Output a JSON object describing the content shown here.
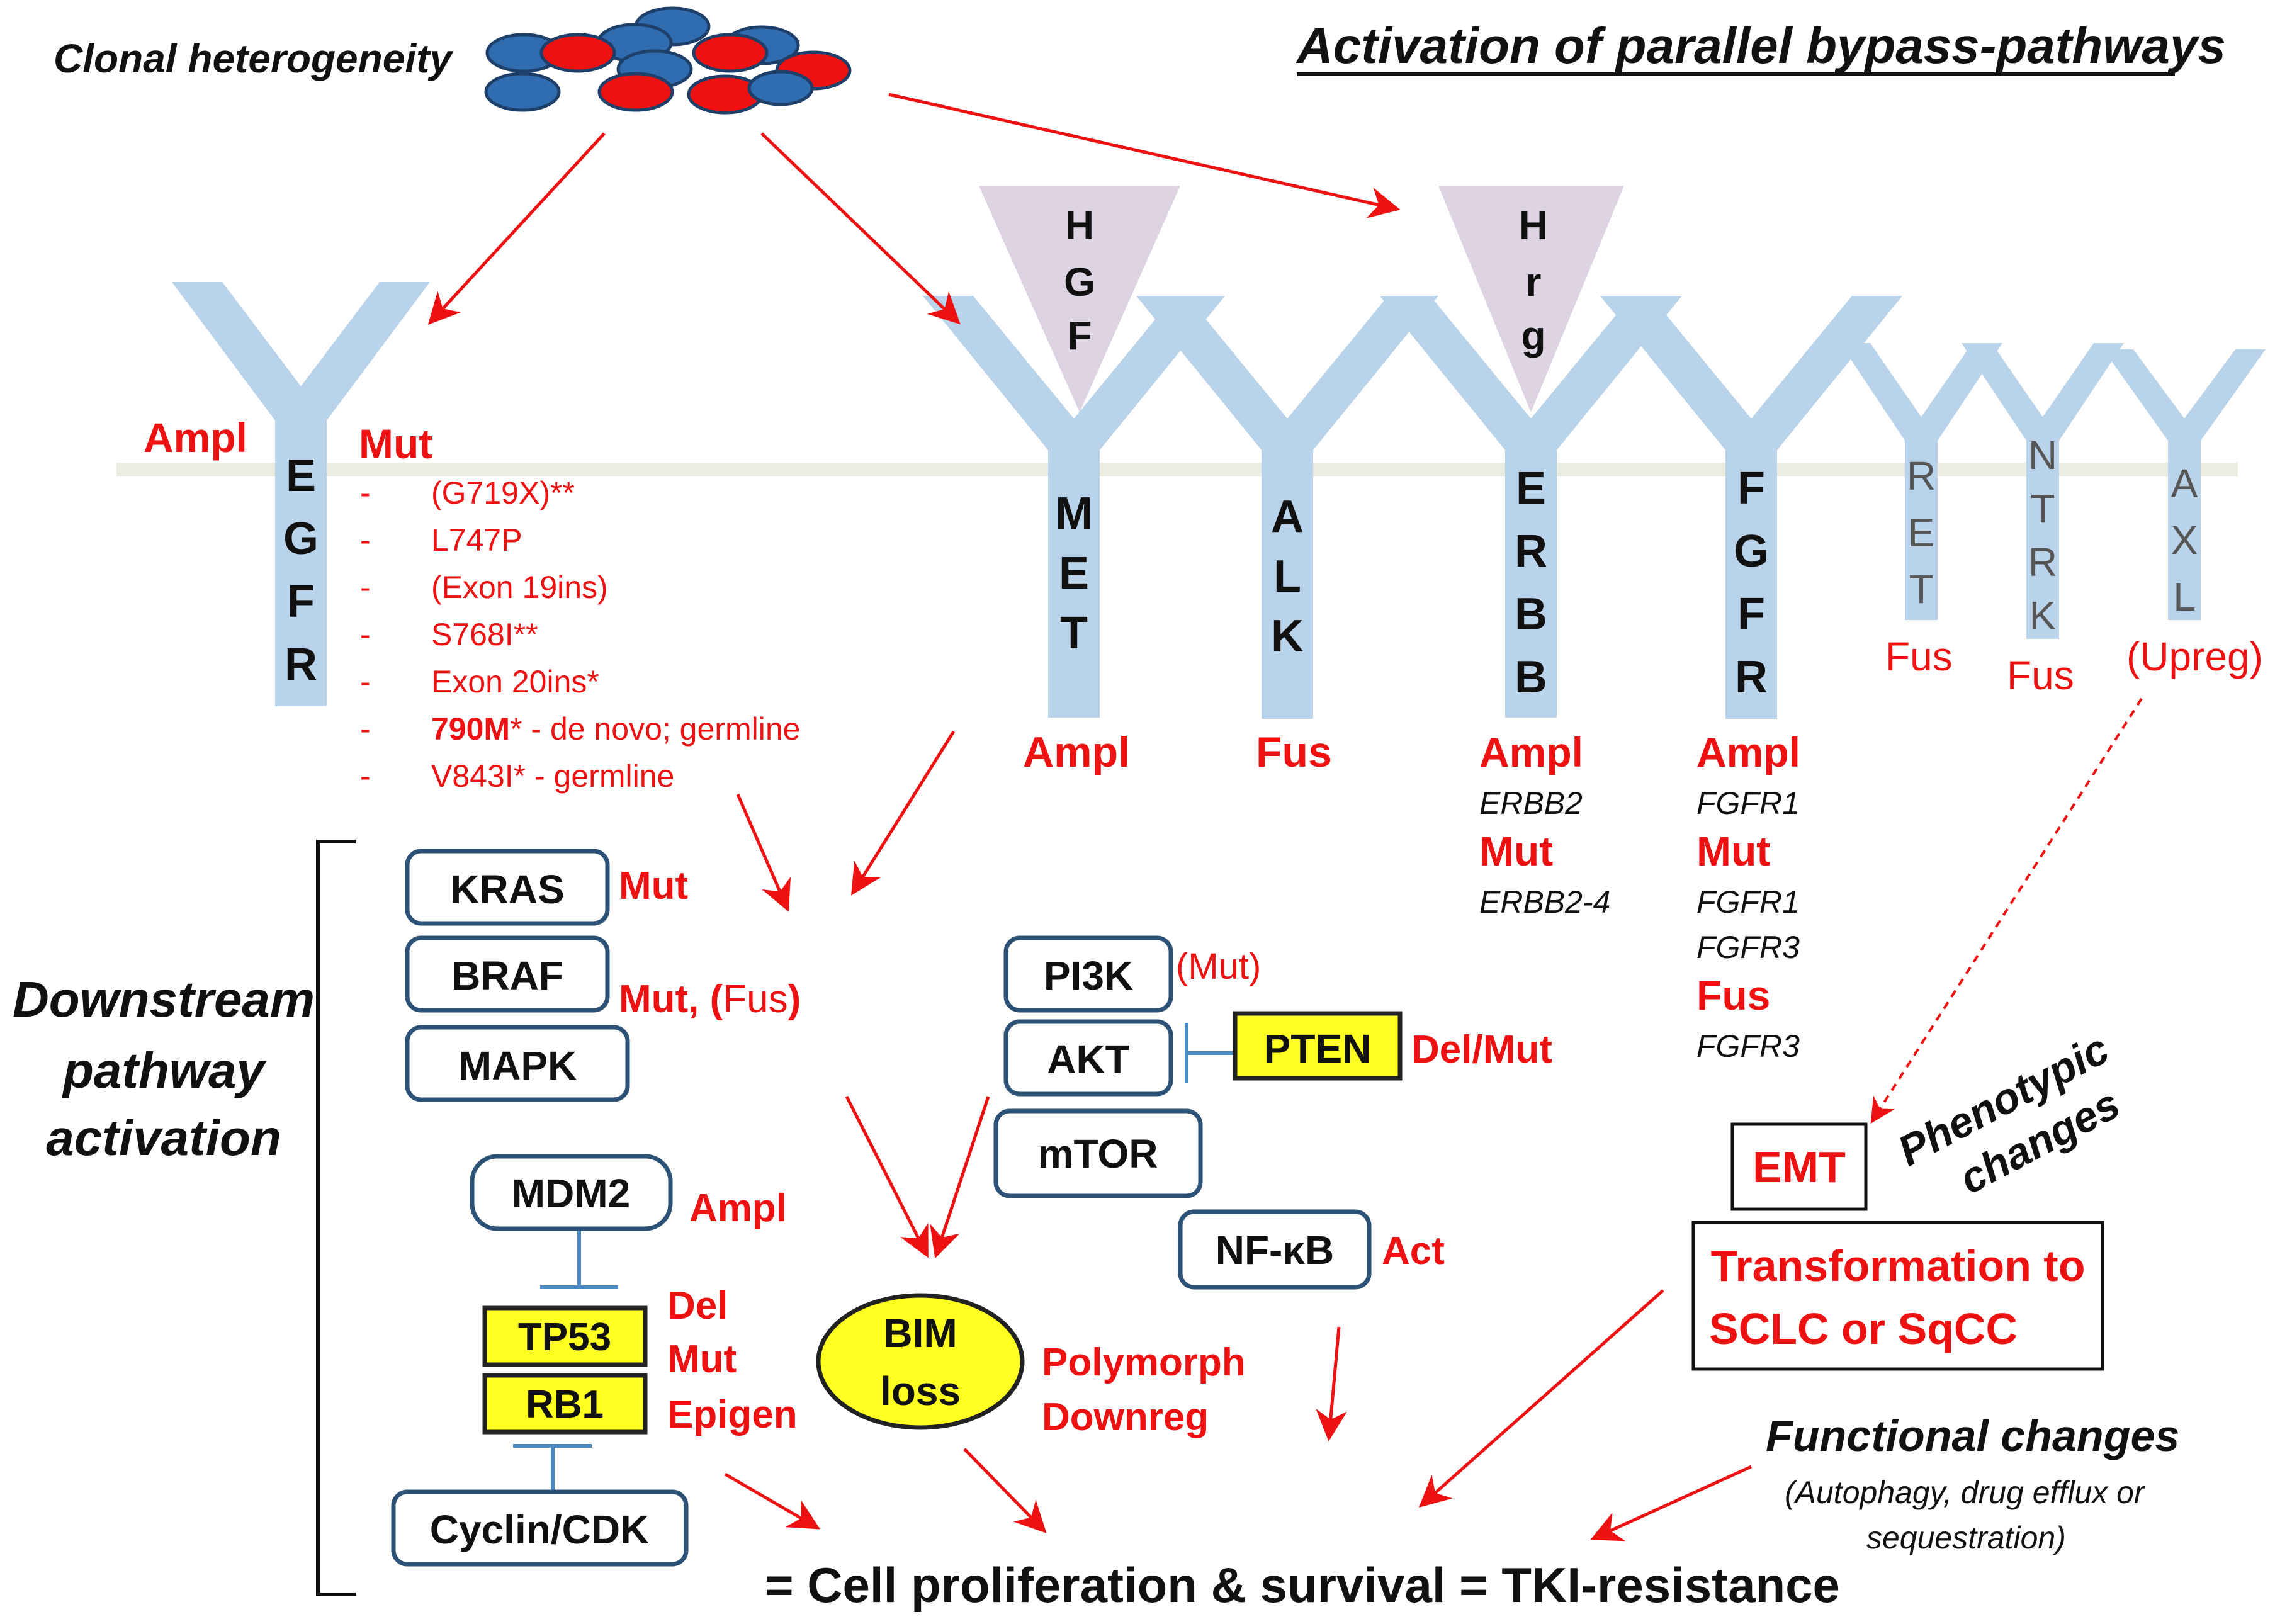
{
  "header": {
    "clonal_label": "Clonal heterogeneity",
    "bypass_title": "Activation of parallel bypass-pathways"
  },
  "ligands": {
    "hgf": [
      "H",
      "G",
      "F"
    ],
    "hrg": [
      "H",
      "r",
      "g"
    ]
  },
  "receptors": {
    "egfr": {
      "letters": [
        "E",
        "G",
        "F",
        "R"
      ],
      "left_label": "Ampl",
      "right_label": "Mut",
      "mutations": [
        {
          "dash": "-",
          "text": "(G719X)**",
          "bold_prefix": ""
        },
        {
          "dash": "-",
          "text": "L747P",
          "bold_prefix": ""
        },
        {
          "dash": "-",
          "text": "(Exon 19ins)",
          "bold_prefix": ""
        },
        {
          "dash": "-",
          "text": "S768I**",
          "bold_prefix": ""
        },
        {
          "dash": "-",
          "text": "Exon 20ins*",
          "bold_prefix": ""
        },
        {
          "dash": "-",
          "text": "* - de novo; germline",
          "bold_prefix": "790M"
        },
        {
          "dash": "-",
          "text": "V843I* - germline",
          "bold_prefix": ""
        }
      ]
    },
    "met": {
      "letters": [
        "M",
        "E",
        "T"
      ],
      "label": "Ampl"
    },
    "alk": {
      "letters": [
        "A",
        "L",
        "K"
      ],
      "label": "Fus"
    },
    "erbb": {
      "letters": [
        "E",
        "R",
        "B",
        "B"
      ],
      "labels": [
        {
          "text": "Ampl",
          "style": "red-bold"
        },
        {
          "text": "ERBB2",
          "style": "gene"
        },
        {
          "text": "Mut",
          "style": "red-bold"
        },
        {
          "text": "ERBB2-4",
          "style": "gene"
        }
      ]
    },
    "fgfr": {
      "letters": [
        "F",
        "G",
        "F",
        "R"
      ],
      "labels": [
        {
          "text": "Ampl",
          "style": "red-bold"
        },
        {
          "text": "FGFR1",
          "style": "gene"
        },
        {
          "text": "Mut",
          "style": "red-bold"
        },
        {
          "text": "FGFR1",
          "style": "gene"
        },
        {
          "text": "FGFR3",
          "style": "gene"
        },
        {
          "text": "Fus",
          "style": "red-bold"
        },
        {
          "text": "FGFR3",
          "style": "gene"
        }
      ]
    },
    "ret": {
      "letters": [
        "R",
        "E",
        "T"
      ],
      "label": "Fus"
    },
    "ntrk": {
      "letters": [
        "N",
        "T",
        "R",
        "K"
      ],
      "label": "Fus"
    },
    "axl": {
      "letters": [
        "A",
        "X",
        "L"
      ],
      "label": "(Upreg)"
    }
  },
  "downstream": {
    "section_label": [
      "Downstream",
      "pathway",
      "activation"
    ],
    "kras": {
      "name": "KRAS",
      "label": "Mut"
    },
    "braf": {
      "name": "BRAF",
      "label_bold": "Mut, (",
      "label_normal": "Fus",
      "label_close": ")"
    },
    "mapk": {
      "name": "MAPK"
    },
    "pi3k": {
      "name": "PI3K",
      "label": "(Mut)"
    },
    "akt": {
      "name": "AKT"
    },
    "pten": {
      "name": "PTEN",
      "label": "Del/Mut"
    },
    "mtor": {
      "name": "mTOR"
    },
    "nfkb": {
      "name": "NF-κB",
      "label": "Act"
    },
    "mdm2": {
      "name": "MDM2",
      "label": "Ampl"
    },
    "tp53": {
      "name": "TP53"
    },
    "rb1": {
      "name": "RB1"
    },
    "tp53_rb1_labels": [
      "Del",
      "Mut",
      "Epigen"
    ],
    "cyclin": {
      "name": "Cyclin/CDK"
    },
    "bim": {
      "lines": [
        "BIM",
        "loss"
      ],
      "labels": [
        "Polymorph",
        "Downreg"
      ]
    }
  },
  "phenotypic": {
    "title_lines": [
      "Phenotypic",
      "changes"
    ],
    "emt": "EMT",
    "transformation": [
      "Transformation to",
      "SCLC or SqCC"
    ]
  },
  "functional": {
    "title": "Functional changes",
    "subtitle_lines": [
      "(Autophagy, drug efflux or",
      "sequestration)"
    ]
  },
  "result": "= Cell proliferation & survival = TKI-resistance",
  "colors": {
    "red": "#ee1111",
    "receptor_blue": "#b9d3ea",
    "ligand_lavender": "#ddd3e2",
    "cell_blue": "#2f6cb0",
    "cell_red": "#ee1111",
    "box_border": "#2c5277",
    "highlight_yellow": "#ffff22",
    "membrane": "#e9eee0"
  }
}
